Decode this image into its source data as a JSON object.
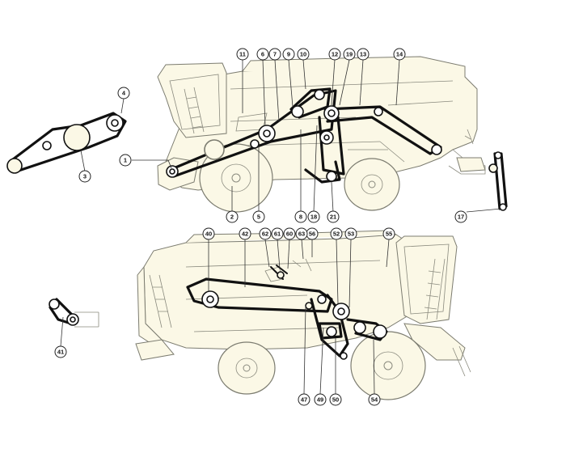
{
  "diagram": {
    "callouts_top": [
      {
        "id": "c1",
        "label": "1"
      },
      {
        "id": "c2",
        "label": "2"
      },
      {
        "id": "c3",
        "label": "3"
      },
      {
        "id": "c4",
        "label": "4"
      },
      {
        "id": "c5",
        "label": "5"
      },
      {
        "id": "c6",
        "label": "6"
      },
      {
        "id": "c7",
        "label": "7"
      },
      {
        "id": "c8",
        "label": "8"
      },
      {
        "id": "c9",
        "label": "9"
      },
      {
        "id": "c10",
        "label": "10"
      },
      {
        "id": "c11",
        "label": "11"
      },
      {
        "id": "c12",
        "label": "12"
      },
      {
        "id": "c13",
        "label": "13"
      },
      {
        "id": "c14",
        "label": "14"
      },
      {
        "id": "c17",
        "label": "17"
      },
      {
        "id": "c18",
        "label": "18"
      },
      {
        "id": "c19",
        "label": "19"
      },
      {
        "id": "c21",
        "label": "21"
      }
    ],
    "callouts_bottom": [
      {
        "id": "c40",
        "label": "40"
      },
      {
        "id": "c41",
        "label": "41"
      },
      {
        "id": "c42",
        "label": "42"
      },
      {
        "id": "c47",
        "label": "47"
      },
      {
        "id": "c49",
        "label": "49"
      },
      {
        "id": "c50",
        "label": "50"
      },
      {
        "id": "c52",
        "label": "52"
      },
      {
        "id": "c53",
        "label": "53"
      },
      {
        "id": "c54",
        "label": "54"
      },
      {
        "id": "c55",
        "label": "55"
      },
      {
        "id": "c56",
        "label": "56"
      },
      {
        "id": "c60",
        "label": "60"
      },
      {
        "id": "c61",
        "label": "61"
      },
      {
        "id": "c62",
        "label": "62"
      },
      {
        "id": "c63",
        "label": "63"
      }
    ]
  }
}
